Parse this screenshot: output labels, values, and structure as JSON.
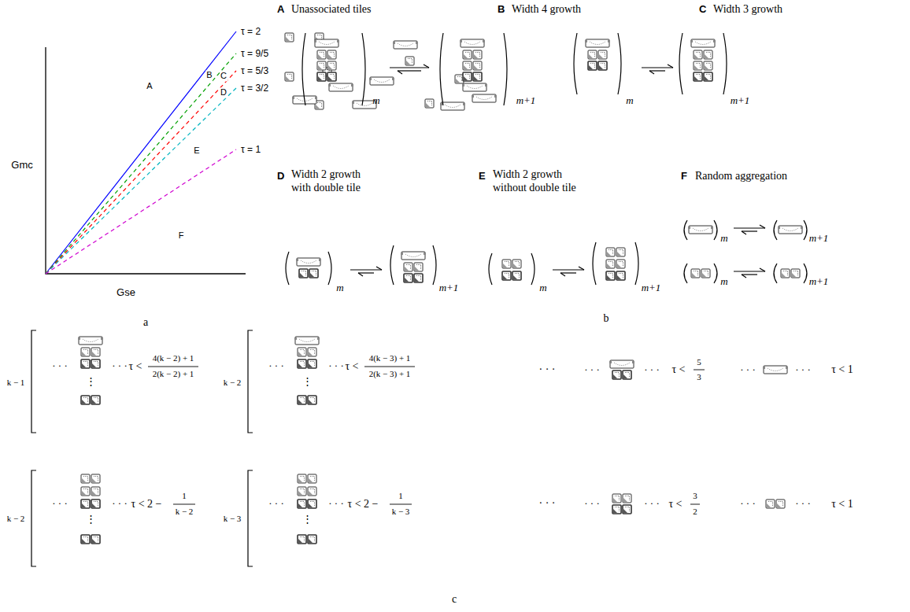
{
  "diagram": {
    "labels": [
      "τ = 2",
      "τ = 9/5",
      "τ = 5/3",
      "τ = 3/2",
      "τ = 1",
      "A",
      "B",
      "C",
      "D",
      "E",
      "F",
      "Gmc",
      "Gse",
      "a",
      "A",
      "Unassociated tiles",
      "B",
      "Width 4 growth",
      "m",
      "m+1",
      "C",
      "Width 3 growth",
      "m",
      "m+1",
      "D",
      "Width 2 growth with double tile",
      "m",
      "m+1",
      "E",
      "Width 2 growth without double tile",
      "m",
      "m+1",
      "F",
      "Random aggregation",
      "m",
      "m+1",
      "m",
      "m+1",
      "b",
      "k − 1",
      "· · ·",
      "⋮",
      "· · ·",
      "τ <",
      "4(k − 2) + 1",
      "2(k − 2) + 1",
      "k − 2",
      "· · ·",
      "⋮",
      "· · ·",
      "τ <",
      "4(k − 3) + 1",
      "2(k − 3) + 1",
      "· · ·",
      "· · ·",
      "· · ·",
      "τ <",
      "5",
      "3",
      "· · ·",
      "· · ·",
      "τ < 1",
      "k − 2",
      "· · ·",
      "⋮",
      "· · ·",
      "τ < 2 −",
      "1",
      "k − 2",
      "k − 3",
      "· · ·",
      "⋮",
      "· · ·",
      "τ < 2 −",
      "1",
      "k − 3",
      "· · ·",
      "· · ·",
      "· · ·",
      "τ <",
      "3",
      "2",
      "· · ·",
      "· · ·",
      "τ < 1",
      "c"
    ]
  }
}
